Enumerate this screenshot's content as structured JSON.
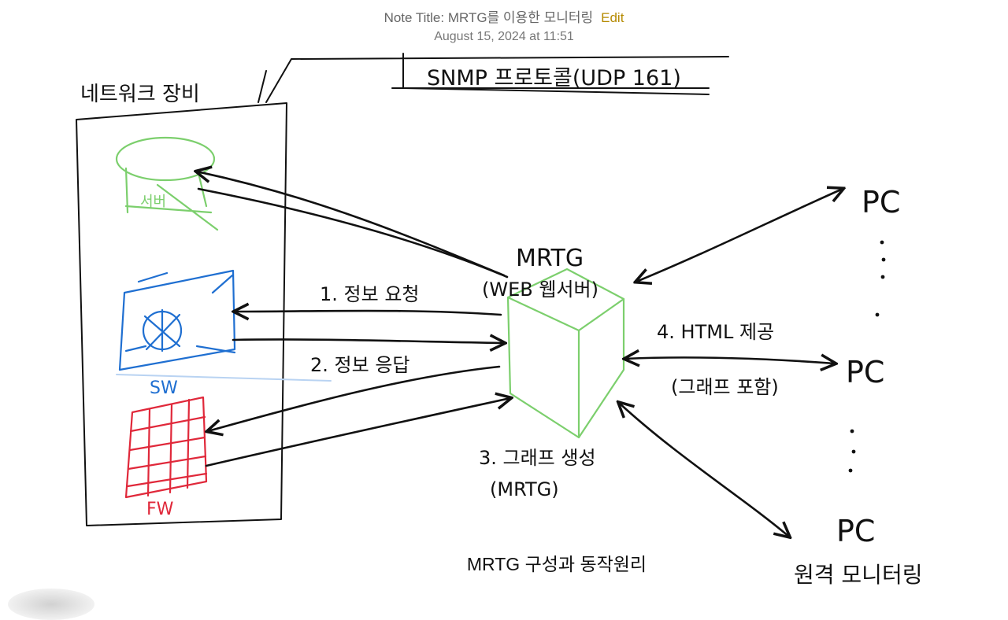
{
  "header": {
    "title": "Note Title: MRTG를 이용한 모니터링",
    "edit_label": "Edit",
    "date": "August 15, 2024 at 11:51"
  },
  "diagram": {
    "network_devices_label": "네트워크 장비",
    "snmp_label": "SNMP 프로토콜(UDP 161)",
    "mrtg_label": "MRTG",
    "mrtg_sub_label": "(WEB 웹서버)",
    "step1": "1. 정보 요청",
    "step2": "2. 정보 응답",
    "step3": "3. 그래프 생성",
    "step3_sub": "(MRTG)",
    "step4": "4. HTML 제공",
    "step4_sub": "(그래프 포함)",
    "server_label": "서버",
    "sw_label": "SW",
    "fw_label": "FW",
    "pc_labels": [
      "PC",
      "PC",
      "PC"
    ],
    "remote_label": "원격 모니터링"
  },
  "caption": "MRTG 구성과 동작원리",
  "colors": {
    "server": "#7ccf6d",
    "switch": "#1f6fd1",
    "firewall": "#e0283a",
    "ink": "#111111",
    "edit": "#b58a00"
  }
}
